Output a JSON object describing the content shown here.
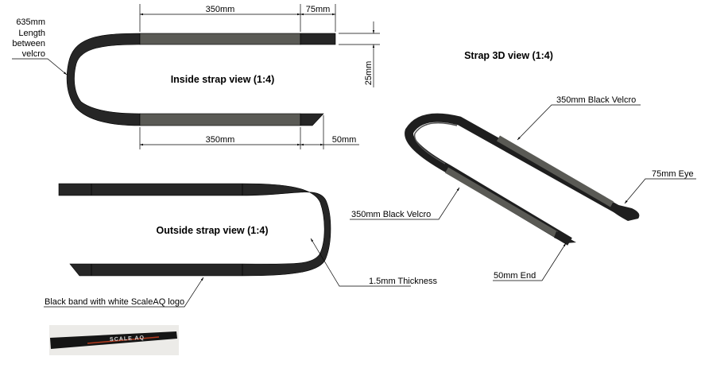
{
  "inside_view": {
    "title": "Inside strap view (1:4)",
    "top_velcro_dim": "350mm",
    "eye_dim": "75mm",
    "width_dim": "25mm",
    "bottom_velcro_dim": "350mm",
    "end_dim": "50mm",
    "length_label": [
      "635mm",
      "Length",
      "between",
      "velcro"
    ]
  },
  "outside_view": {
    "title": "Outside strap view (1:4)",
    "thickness_label": "1.5mm Thickness",
    "band_label": "Black band with white ScaleAQ logo"
  },
  "view_3d": {
    "title": "Strap 3D view (1:4)",
    "velcro_top_label": "350mm Black Velcro",
    "eye_label": "75mm Eye",
    "velcro_left_label": "350mm Black Velcro",
    "end_label": "50mm End"
  },
  "photo": {
    "logo_text": "SCALE AQ"
  },
  "colors": {
    "strap": "#262626",
    "velcro": "#5a5a55"
  }
}
